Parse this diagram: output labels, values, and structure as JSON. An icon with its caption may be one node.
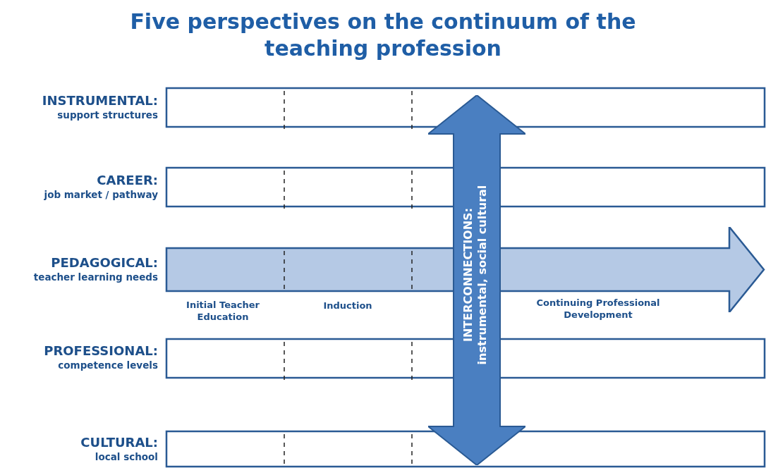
{
  "diagram": {
    "title": "Five perspectives on the continuum of the teaching profession",
    "nodes": [
      {
        "text": [
          "INSTRUMENTAL:",
          "support structures"
        ]
      },
      {
        "text": [
          "CAREER:",
          "job market / pathway"
        ]
      },
      {
        "text": [
          "PEDAGOGICAL:",
          "teacher learning needs"
        ]
      },
      {
        "text": [
          "PROFESSIONAL:",
          "competence levels"
        ]
      },
      {
        "text": [
          "CULTURAL:",
          "local school"
        ]
      },
      {
        "text": [
          "INTERCONNECTIONS:",
          "instrumental, social cultural"
        ]
      }
    ],
    "edges": [],
    "labels": [
      "Initial Teacher Education",
      "Induction",
      "Continuing Professional Development"
    ]
  }
}
